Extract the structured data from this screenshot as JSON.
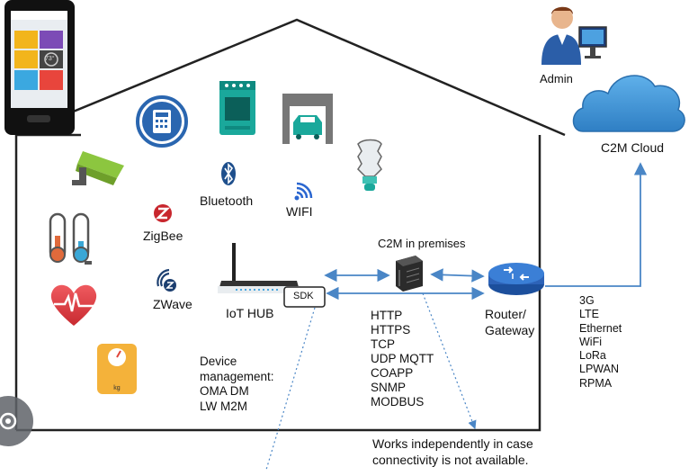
{
  "labels": {
    "admin": "Admin",
    "cloud": "C2M Cloud",
    "bluetooth": "Bluetooth",
    "wifi": "WIFI",
    "zigbee": "ZigBee",
    "zwave": "ZWave",
    "iot_hub": "IoT HUB",
    "sdk": "SDK",
    "c2m_premises": "C2M in premises",
    "router_gateway": [
      "Router/",
      "Gateway"
    ],
    "note": [
      "Works independently in case",
      "connectivity is not available."
    ],
    "scale_unit": "kg",
    "thermostat_reading": "73°"
  },
  "device_management": [
    "Device",
    "management:",
    "OMA DM",
    "LW M2M"
  ],
  "protocols": [
    "HTTP",
    "HTTPS",
    "TCP",
    "UDP MQTT",
    "COAPP",
    "SNMP",
    "MODBUS"
  ],
  "connectivity": [
    "3G",
    "LTE",
    "Ethernet",
    "WiFi",
    "LoRa",
    "LPWAN",
    "RPMA"
  ],
  "colors": {
    "connector_blue": "#4a86c6",
    "cloud_blue": "#3f8fd2",
    "router_blue": "#2d63b8",
    "heart_red": "#d8383f",
    "camera_green": "#8cc63f",
    "house_outline": "#222222"
  }
}
